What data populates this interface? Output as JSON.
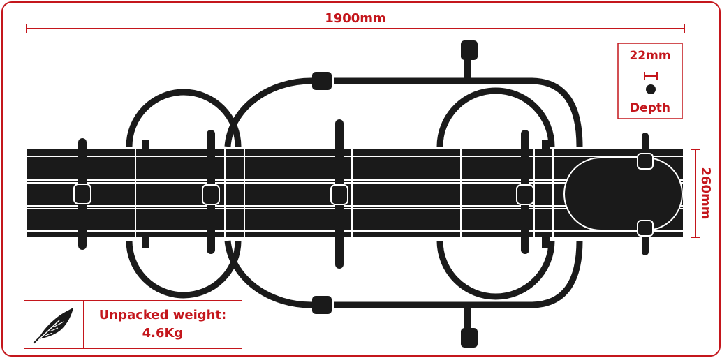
{
  "dimensions": {
    "length": "1900mm",
    "width": "260mm",
    "depth_value": "22mm",
    "depth_label": "Depth"
  },
  "weight": {
    "label": "Unpacked weight:",
    "value": "4.6Kg",
    "icon": "feather-icon"
  },
  "colors": {
    "accent": "#c4161c",
    "product": "#1a1a1a",
    "background": "#ffffff"
  }
}
